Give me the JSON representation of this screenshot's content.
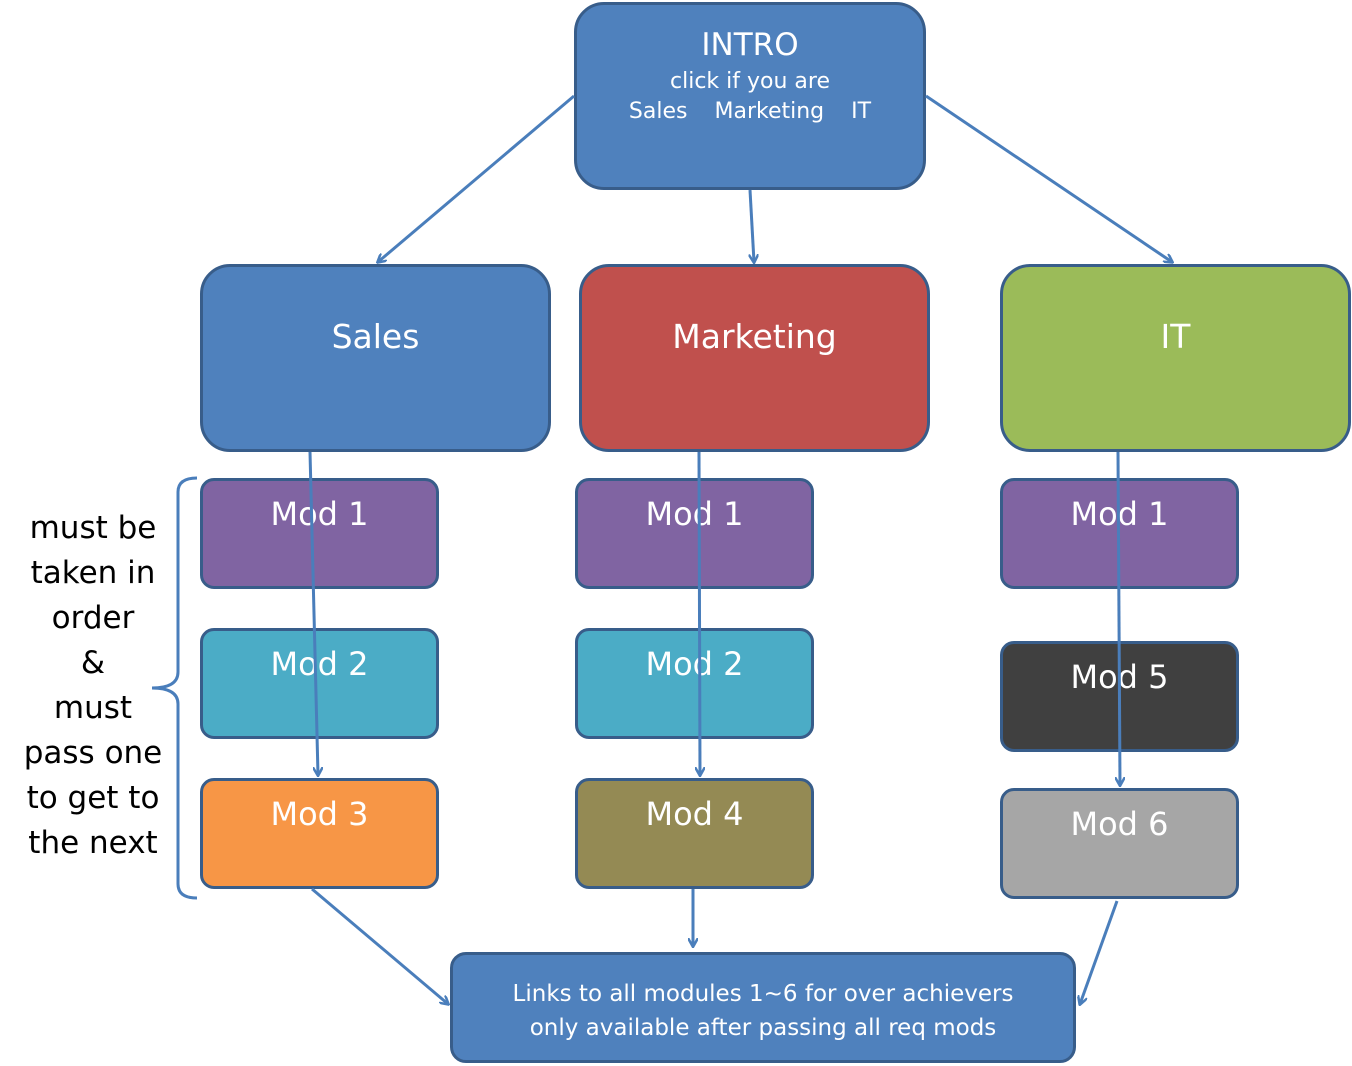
{
  "intro": {
    "title": "INTRO",
    "subtitle": "click if you are",
    "roles": [
      "Sales",
      "Marketing",
      "IT"
    ]
  },
  "tracks": {
    "sales": {
      "label": "Sales",
      "modules": [
        "Mod 1",
        "Mod 2",
        "Mod 3"
      ]
    },
    "marketing": {
      "label": "Marketing",
      "modules": [
        "Mod 1",
        "Mod 2",
        "Mod 4"
      ]
    },
    "it": {
      "label": "IT",
      "modules": [
        "Mod 1",
        "Mod 5",
        "Mod 6"
      ]
    }
  },
  "links_box": {
    "line1": "Links to all modules 1~6 for over achievers",
    "line2": "only available after passing all req mods"
  },
  "side_note": [
    "must be",
    "taken in",
    "order",
    "&",
    "must",
    "pass one",
    "to get to",
    "the next"
  ],
  "colors": {
    "intro": "#4f81bd",
    "sales": "#4f81bd",
    "marketing": "#c0504d",
    "it": "#9bbb59",
    "mod1": "#8064a2",
    "mod2": "#4bacc6",
    "mod3": "#f79646",
    "mod4": "#948a54",
    "mod5": "#404040",
    "mod6": "#a6a6a6",
    "links_box": "#4f81bd",
    "border": "#385d8a",
    "arrow": "#4a7ebb"
  }
}
